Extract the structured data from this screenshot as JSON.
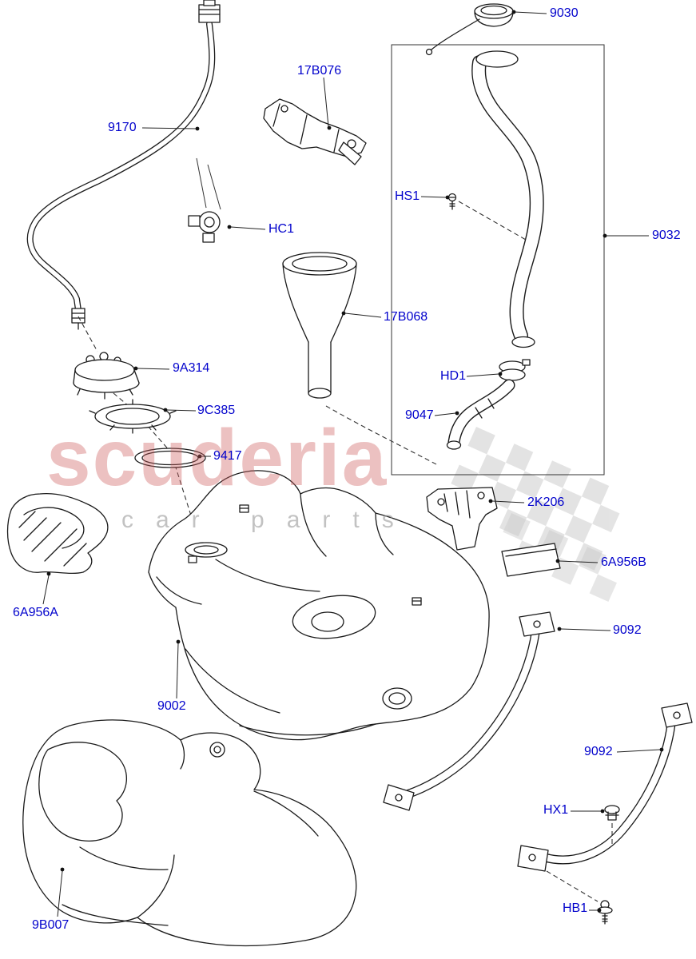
{
  "labels": [
    {
      "text": "9030"
    },
    {
      "text": "17B076"
    },
    {
      "text": "9170"
    },
    {
      "text": "HS1"
    },
    {
      "text": "9032"
    },
    {
      "text": "HC1"
    },
    {
      "text": "17B068"
    },
    {
      "text": "9A314"
    },
    {
      "text": "HD1"
    },
    {
      "text": "9C385"
    },
    {
      "text": "9047"
    },
    {
      "text": "9417"
    },
    {
      "text": "2K206"
    },
    {
      "text": "6A956B"
    },
    {
      "text": "6A956A"
    },
    {
      "text": "9092"
    },
    {
      "text": "9002"
    },
    {
      "text": "9092"
    },
    {
      "text": "HX1"
    },
    {
      "text": "9B007"
    },
    {
      "text": "HB1"
    }
  ],
  "watermark": {
    "brand": "scuderia",
    "sub": "car parts"
  },
  "colors": {
    "label_blue": "#0202cc",
    "line": "#1a1a1a",
    "watermark_red": "#cf5f5f",
    "watermark_grey": "#9a9a9a",
    "checker_grey": "#c9c9c9",
    "background": "#ffffff"
  }
}
